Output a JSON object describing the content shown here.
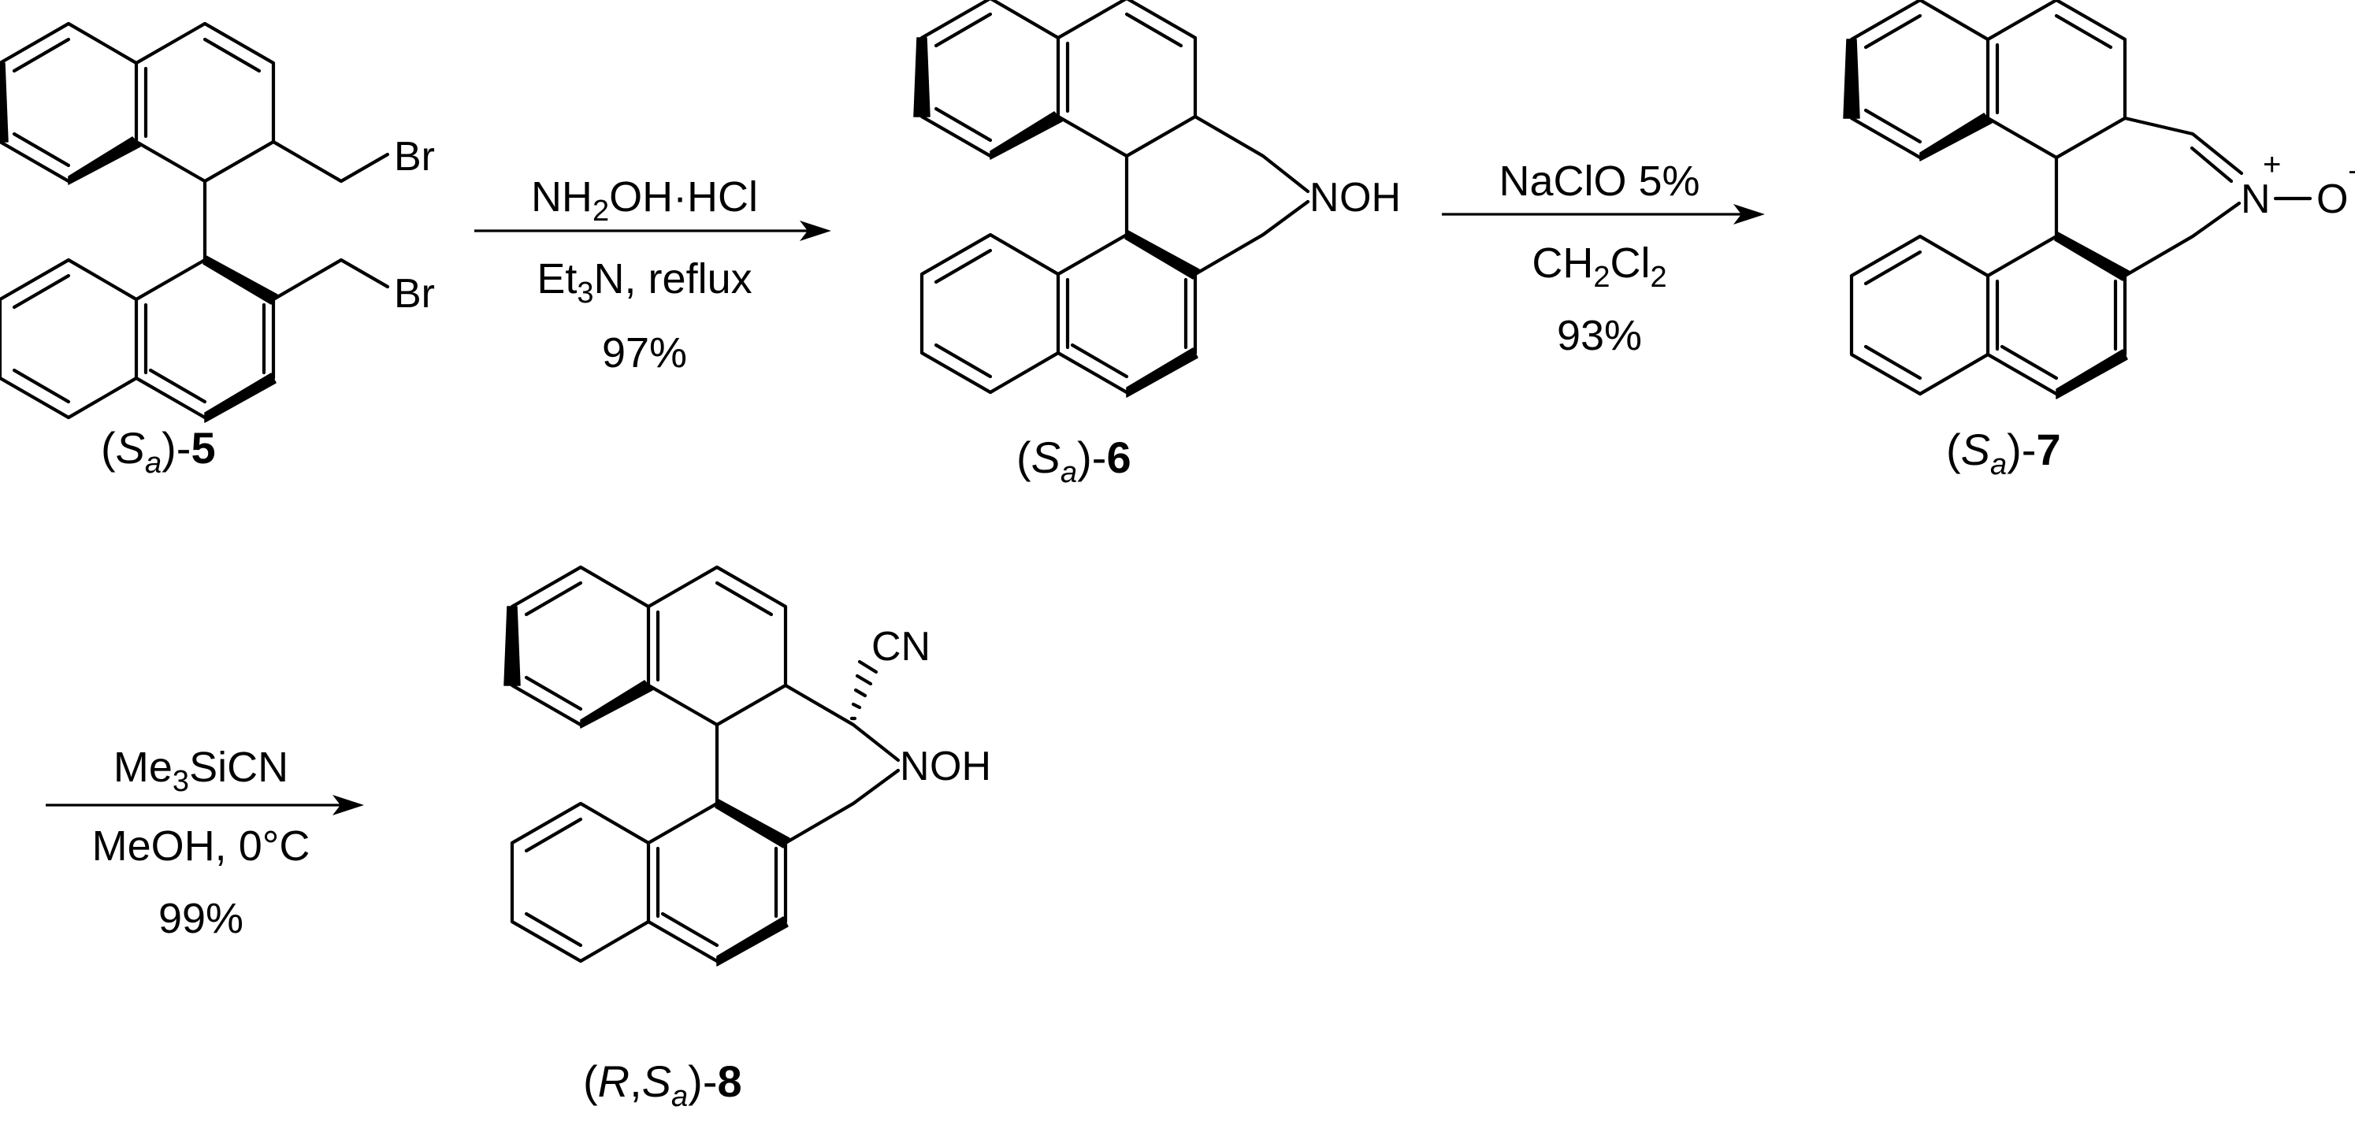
{
  "compounds": [
    {
      "pre": "(",
      "stereo": "S",
      "stereo_sub": "a",
      "post": ")-",
      "number": "5"
    },
    {
      "pre": "(",
      "stereo": "S",
      "stereo_sub": "a",
      "post": ")-",
      "number": "6"
    },
    {
      "pre": "(",
      "stereo": "S",
      "stereo_sub": "a",
      "post": ")-",
      "number": "7"
    },
    {
      "pre": "(",
      "stereo_r": "R",
      "comma": ",",
      "stereo": "S",
      "stereo_sub": "a",
      "post": ")-",
      "number": "8"
    }
  ],
  "atoms": {
    "br": "Br",
    "n": "N",
    "oh": "OH",
    "o": "O",
    "cn": "CN",
    "plus": "+",
    "minus": "−"
  },
  "steps": [
    {
      "reagent": {
        "a": "NH",
        "sub": "2",
        "b": "OH·HCl"
      },
      "conditions": {
        "a": "Et",
        "sub": "3",
        "b": "N, reflux"
      },
      "yield": "97%"
    },
    {
      "reagent": "NaClO 5%",
      "solvent": {
        "a": "CH",
        "sub1": "2",
        "b": "Cl",
        "sub2": "2"
      },
      "yield": "93%"
    },
    {
      "reagent": {
        "a": "Me",
        "sub": "3",
        "b": "SiCN"
      },
      "conditions": "MeOH, 0°C",
      "yield": "99%"
    }
  ]
}
